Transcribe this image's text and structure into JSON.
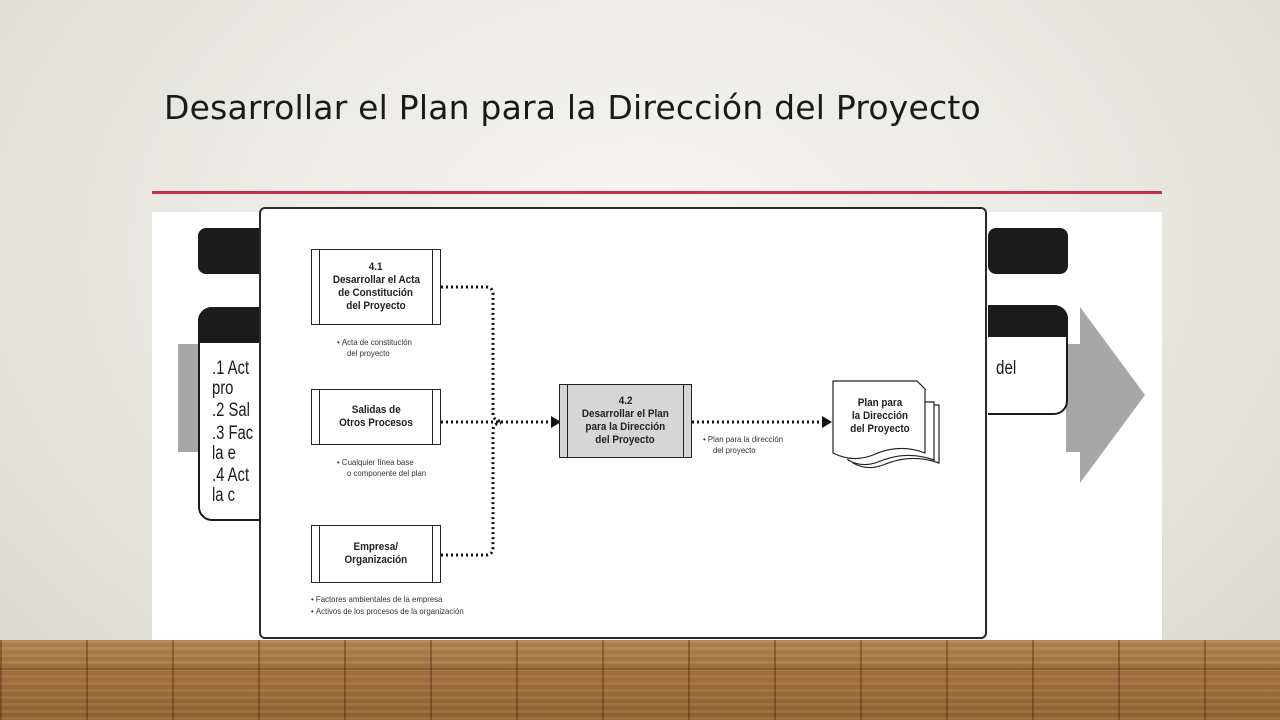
{
  "slide": {
    "title": "Desarrollar el Plan para la Dirección del Proyecto",
    "accent_color": "#c0314a"
  },
  "background_figure": {
    "left_items": [
      ".1  Act",
      "     pro",
      ".2  Sal",
      ".3  Fac",
      "     la e",
      ".4  Act",
      "     la c"
    ],
    "right_text": "del"
  },
  "diagram": {
    "process_41": {
      "number": "4.1",
      "lines": [
        "Desarrollar el Acta",
        "de Constitución",
        "del Proyecto"
      ]
    },
    "note_41": [
      "Acta de constitución",
      "del proyecto"
    ],
    "other_outputs": {
      "lines": [
        "Salidas de",
        "Otros Procesos"
      ]
    },
    "note_other": [
      "Cualquier línea base",
      "o componente del plan"
    ],
    "enterprise": {
      "lines": [
        "Empresa/",
        "Organización"
      ]
    },
    "note_enterprise": [
      "Factores ambientales de la empresa",
      "Activos de los procesos de la organización"
    ],
    "process_42": {
      "number": "4.2",
      "lines": [
        "Desarrollar el Plan",
        "para la Dirección",
        "del Proyecto"
      ]
    },
    "note_42": [
      "Plan para la dirección",
      "del proyecto"
    ],
    "output_doc": {
      "lines": [
        "Plan para",
        "la Dirección",
        "del Proyecto"
      ]
    }
  }
}
